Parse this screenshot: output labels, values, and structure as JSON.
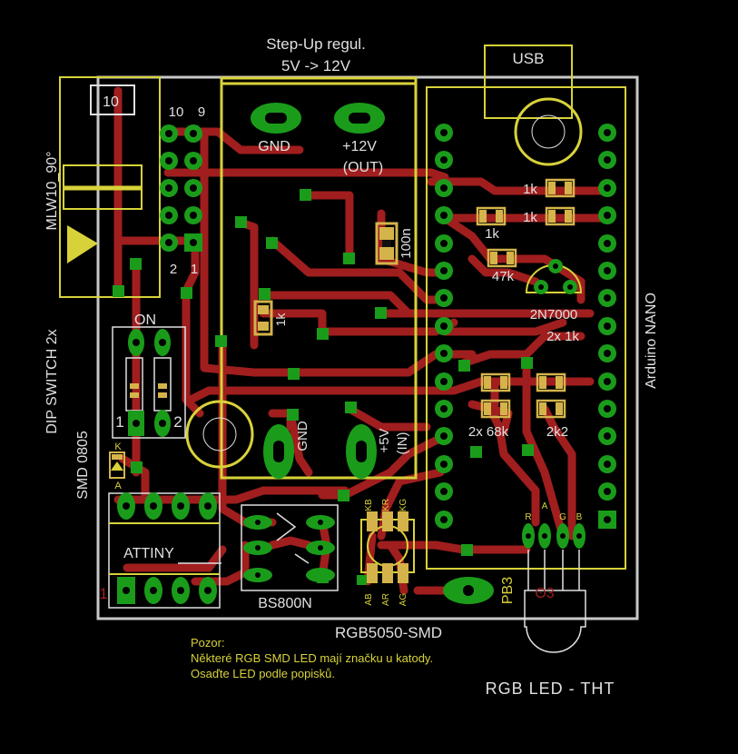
{
  "colors": {
    "background": "#000000",
    "trace": "#a01e1e",
    "pad": "#1a9c1a",
    "drill": "#000000",
    "silk": "#e0e0e0",
    "outline": "#d8d23a",
    "smd": "#d4b44a",
    "board_edge": "#c8c8c8"
  },
  "labels": {
    "stepup_title": "Step-Up regul.",
    "stepup_sub": "5V -> 12V",
    "gnd_out": "GND",
    "v12_out": "+12V",
    "out": "(OUT)",
    "gnd_in": "GND",
    "v5_in": "+5V",
    "in": "(IN)",
    "usb": "USB",
    "connector_name": "MLW10_90°",
    "conn_pin10_box": "10",
    "conn_pin10": "10",
    "conn_pin9": "9",
    "conn_pin2": "2",
    "conn_pin1": "1",
    "dip_switch": "DIP SWITCH 2x",
    "dip_on": "ON",
    "dip_1": "1",
    "dip_2": "2",
    "smd0805": "SMD 0805",
    "arduino": "Arduino NANO",
    "cap_100n": "100n",
    "res_1k_left": "1k",
    "res_1k_a": "1k",
    "res_1k_b": "1k",
    "res_1k_c": "1k",
    "res_47k": "47k",
    "transistor": "2N7000",
    "res_2x1k": "2x 1k",
    "res_2x68k": "2x 68k",
    "res_2k2": "2k2",
    "attiny": "ATTINY",
    "bs800n": "BS800N",
    "rgb5050": "RGB5050-SMD",
    "rgb_tht": "RGB LED - THT",
    "pb3": "PB3",
    "led_k": "K",
    "led_a": "A",
    "kb": "KB",
    "kr": "KR",
    "kg": "KG",
    "ab": "AB",
    "ar": "AR",
    "ag": "AG",
    "pin_r": "R",
    "pin_a": "A",
    "pin_g": "G",
    "pin_b": "B",
    "attiny_pin1": "1",
    "note_title": "Pozor:",
    "note_line1": "Některé RGB SMD LED mají značku u katody.",
    "note_line2": "Osaďte LED podle popisků."
  }
}
